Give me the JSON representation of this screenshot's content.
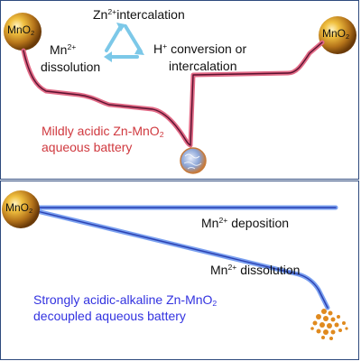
{
  "top_panel": {
    "left_electrode": {
      "base": "MnO",
      "sub": "2"
    },
    "right_electrode": {
      "base": "MnO",
      "sub": "2"
    },
    "cycle": {
      "top": {
        "ion": "Zn",
        "charge": "2+",
        "text": "intercalation"
      },
      "left": {
        "ion": "Mn",
        "charge": "2+",
        "text": "dissolution"
      },
      "right": {
        "ion": "H",
        "charge": "+",
        "line1": " conversion or",
        "line2": "intercalation"
      }
    },
    "caption": {
      "line1_prefix": "Mildly acidic Zn-MnO",
      "line1_sub": "2",
      "line2": "aqueous battery"
    },
    "colors": {
      "path_outer": "#e26a86",
      "path_inner": "#5a1230",
      "caption": "#d0393f",
      "arrows": "#7cc8e8"
    }
  },
  "bottom_panel": {
    "left_electrode": {
      "base": "MnO",
      "sub": "2"
    },
    "deposition": {
      "ion": "Mn",
      "charge": "2+",
      "text": " deposition"
    },
    "dissolution": {
      "ion": "Mn",
      "charge": "2+",
      "text": " dissolution"
    },
    "caption": {
      "line1_prefix": "Strongly acidic-alkaline Zn-MnO",
      "line1_sub": "2",
      "line2": "decoupled aqueous battery"
    },
    "colors": {
      "path": "#3a5fe0",
      "caption": "#3333e0",
      "particles": "#e08a1e"
    }
  }
}
